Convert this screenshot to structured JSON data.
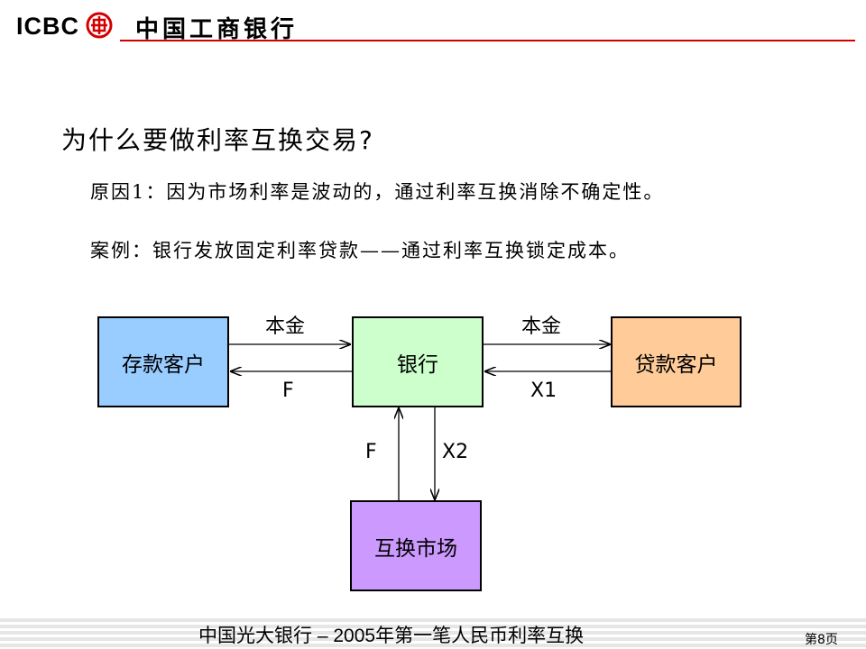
{
  "header": {
    "logo_text": "ICBC",
    "bank_name": "中国工商银行",
    "brand_color": "#d40000"
  },
  "slide": {
    "title": "为什么要做利率互换交易?",
    "reason": "原因1：因为市场利率是波动的，通过利率互换消除不确定性。",
    "case": "案例：银行发放固定利率贷款——通过利率互换锁定成本。"
  },
  "diagram": {
    "nodes": {
      "depositor": {
        "label": "存款客户",
        "color": "#99ccff"
      },
      "bank": {
        "label": "银行",
        "color": "#ccffcc"
      },
      "borrower": {
        "label": "贷款客户",
        "color": "#ffcc99"
      },
      "swap_market": {
        "label": "互换市场",
        "color": "#cc99ff"
      }
    },
    "edges": {
      "depositor_to_bank": "本金",
      "bank_to_depositor": "F",
      "bank_to_borrower": "本金",
      "borrower_to_bank": "X1",
      "market_to_bank": "F",
      "bank_to_market": "X2"
    }
  },
  "footer": {
    "text": "中国光大银行 – 2005年第一笔人民币利率互换",
    "page": "第8页"
  }
}
